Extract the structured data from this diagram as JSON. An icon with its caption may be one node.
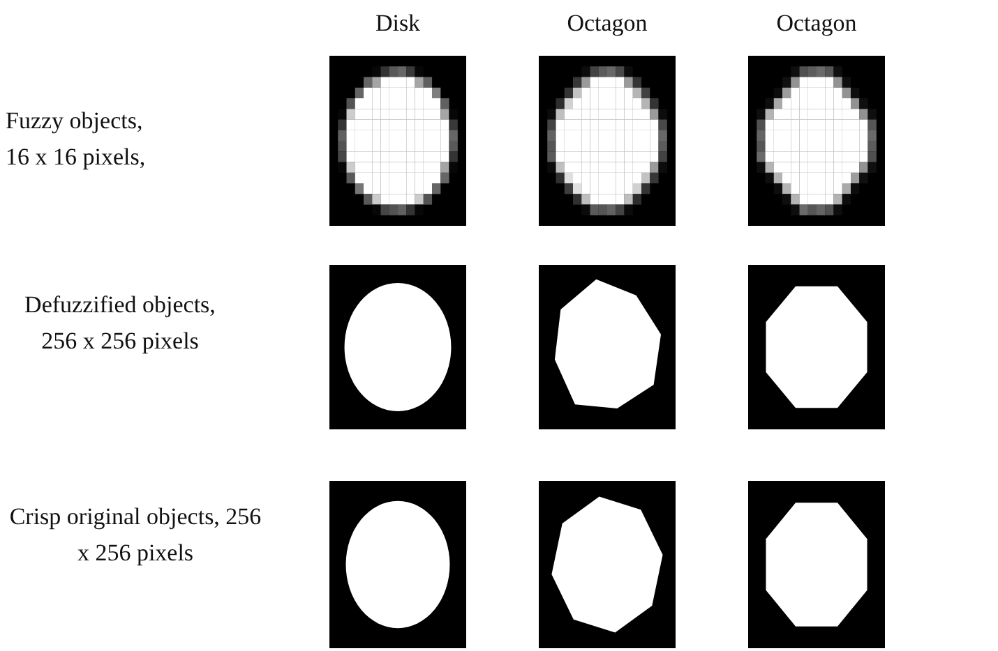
{
  "diagram": {
    "labels": [
      "Disk",
      "Octagon",
      "Octagon",
      "Fuzzy objects, 16 x 16 pixels,",
      "Defuzzified objects, 256 x 256 pixels",
      "Crisp original objects, 256 x 256 pixels"
    ]
  }
}
